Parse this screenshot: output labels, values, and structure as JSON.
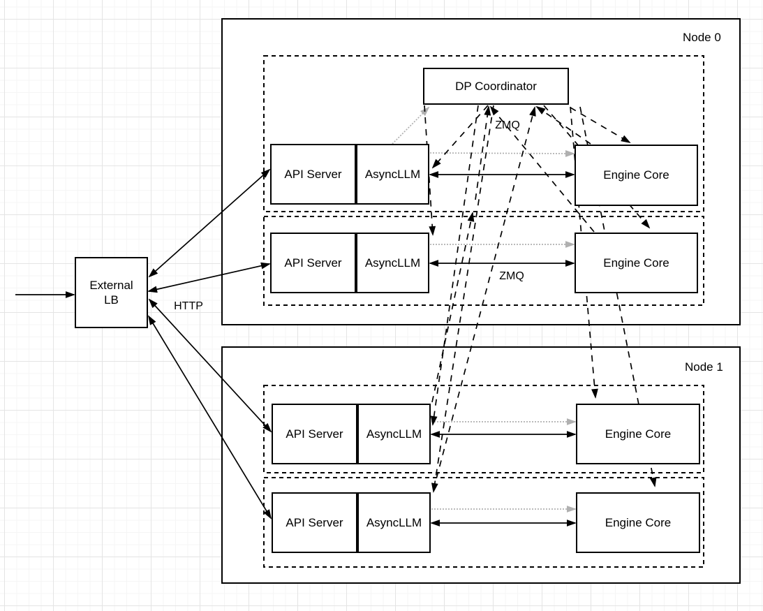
{
  "nodes": {
    "node0": "Node 0",
    "node1": "Node 1"
  },
  "blocks": {
    "external_lb": "External LB",
    "dp_coordinator": "DP Coordinator",
    "api_server": "API Server",
    "asyncllm": "AsyncLLM",
    "engine_core": "Engine Core"
  },
  "edge_labels": {
    "zmq_top": "ZMQ",
    "zmq_bottom": "ZMQ",
    "http": "HTTP"
  },
  "colors": {
    "stroke": "#000000",
    "dotted_gray": "#b0b0b0",
    "box_fill": "#ffffff"
  }
}
